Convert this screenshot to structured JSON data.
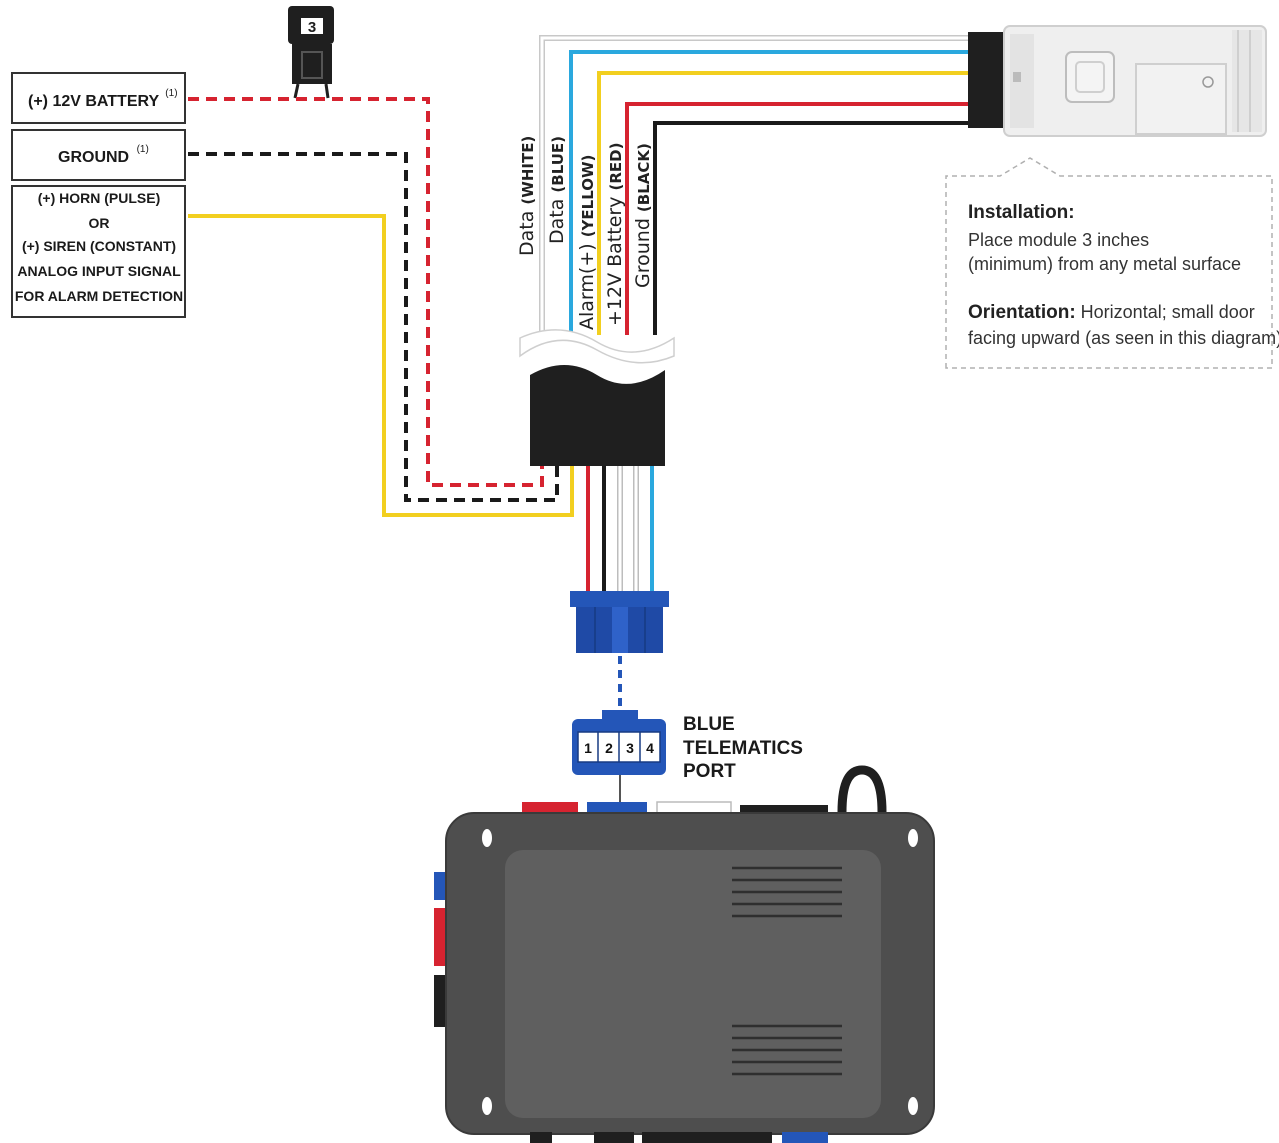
{
  "terminals": {
    "battery": {
      "label": "(+) 12V BATTERY",
      "sup": "(1)"
    },
    "ground": {
      "label": "GROUND",
      "sup": "(1)"
    },
    "horn": {
      "lines": [
        "(+) HORN (PULSE)",
        "OR",
        "(+) SIREN (CONSTANT)",
        "ANALOG INPUT SIGNAL",
        "FOR ALARM DETECTION"
      ]
    }
  },
  "fuse": {
    "label": "3"
  },
  "wires": [
    {
      "name": "Data",
      "color_name": "(WHITE)",
      "hex": "#e6e6e6"
    },
    {
      "name": "Data",
      "color_name": "(BLUE)",
      "hex": "#2aa8de"
    },
    {
      "name": "Alarm(+)",
      "color_name": "(YELLOW)",
      "hex": "#f2cf1f"
    },
    {
      "name": "+12V Battery",
      "color_name": "(RED)",
      "hex": "#d62330"
    },
    {
      "name": "Ground",
      "color_name": "(BLACK)",
      "hex": "#1a1a1a"
    }
  ],
  "note": {
    "installation_title": "Installation:",
    "installation_lines": [
      "Place module 3 inches",
      "(minimum) from any metal surface"
    ],
    "orientation_title": "Orientation:",
    "orientation_lines": [
      " Horizontal; small door",
      "facing upward (as seen in this diagram)"
    ]
  },
  "port": {
    "pins": [
      "1",
      "2",
      "3",
      "4"
    ],
    "label_lines": [
      "BLUE",
      "TELEMATICS",
      "PORT"
    ]
  },
  "colors": {
    "red": "#d62330",
    "black": "#1a1a1a",
    "yellow": "#f2cf1f",
    "blue": "#2aa8de",
    "white": "#e6e6e6",
    "connector_blue": "#2456b8",
    "module_gray": "#5a5a5a"
  }
}
